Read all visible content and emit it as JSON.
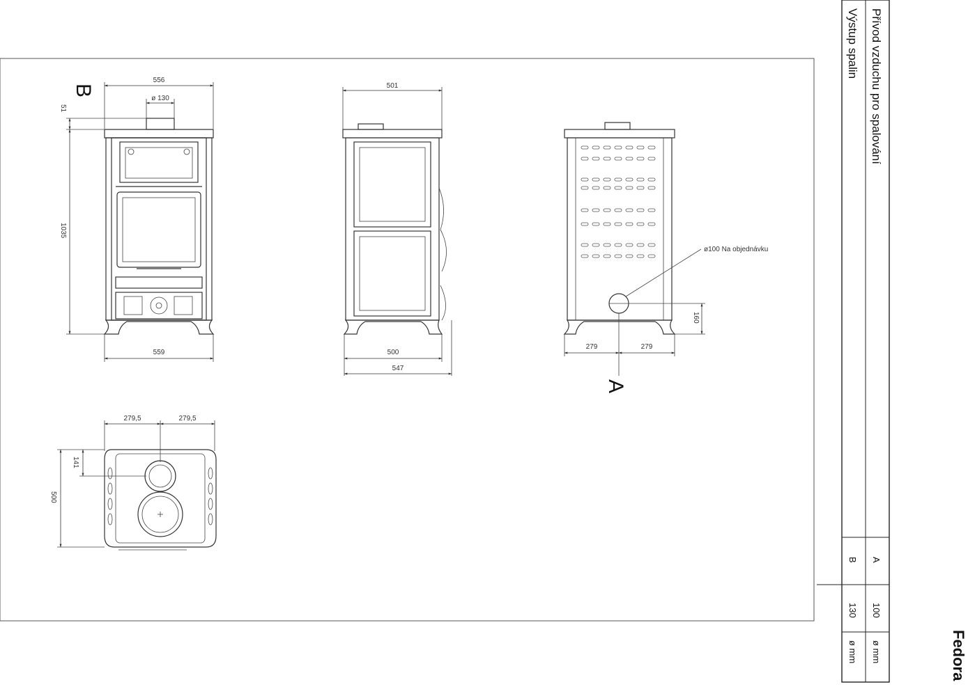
{
  "views": {
    "front": {
      "label_b": "B",
      "width_top": "556",
      "flue_diameter": "ø 130",
      "top_offset": "51",
      "height": "1035",
      "width_bottom": "559"
    },
    "side": {
      "width_top": "501",
      "width_base": "500",
      "depth_total": "547"
    },
    "rear": {
      "label_a": "A",
      "inlet_note": "ø100 Na objednávku",
      "inlet_height": "160",
      "left_offset": "279",
      "right_offset": "279"
    },
    "top": {
      "left_half": "279,5",
      "right_half": "279,5",
      "flue_offset": "141",
      "depth": "500"
    }
  },
  "legend": {
    "rows": [
      {
        "description": "Přívod vzduchu pro spalování",
        "code": "A",
        "value": "100",
        "unit": "ø mm"
      },
      {
        "description": "Výstup spalin",
        "code": "B",
        "value": "130",
        "unit": "ø mm"
      }
    ]
  },
  "brand": "Fedora"
}
